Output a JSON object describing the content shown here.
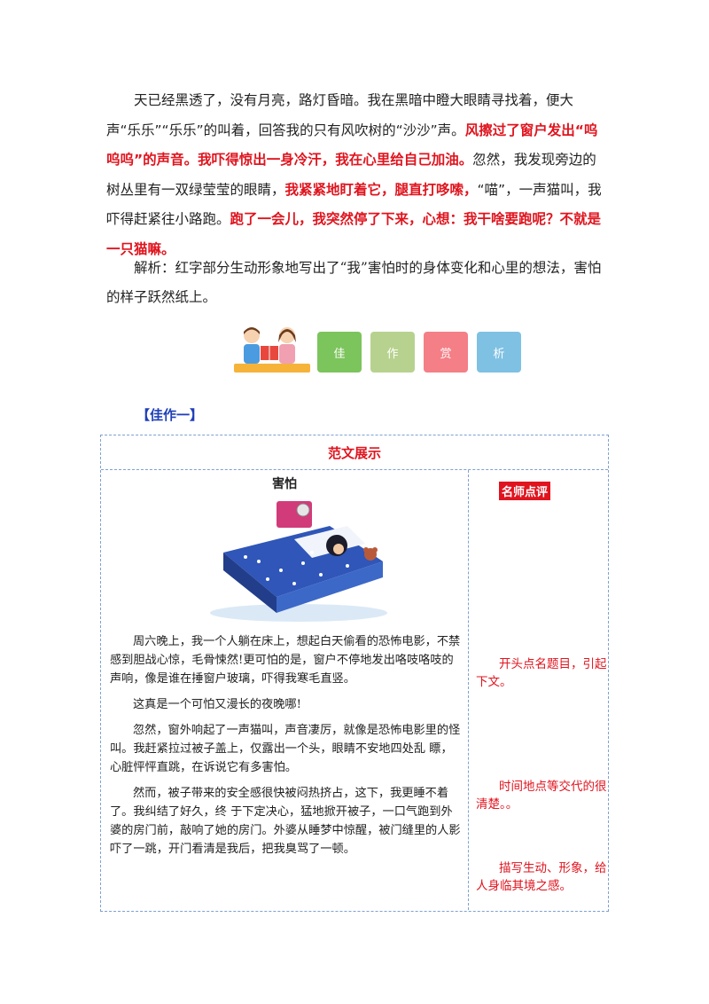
{
  "intro": {
    "segments": [
      {
        "text": "天已经黑透了，没有月亮，路灯昏暗。我在黑暗中瞪大眼睛寻找着，便大声“乐乐”“乐乐”的叫着，回答我的只有风吹树的“沙沙”声。",
        "red": false
      },
      {
        "text": "风擦过了窗户发出“呜呜呜”的声音。我吓得惊出一身冷汗，我在心里给自己加油。",
        "red": true
      },
      {
        "text": "忽然，我发现旁边的树丛里有一双绿莹莹的眼睛，",
        "red": false
      },
      {
        "text": "我紧紧地盯着它，腿直打哆嗦，",
        "red": true
      },
      {
        "text": "“喵”，一声猫叫，我吓得赶紧往小路跑。",
        "red": false
      },
      {
        "text": "跑了一会儿，我突然停了下来，心想：我干啥要跑呢？不就是一只猫嘛。",
        "red": true
      }
    ]
  },
  "analysis": "解析：红字部分生动形象地写出了“我”害怕时的身体变化和心里的想法，害怕的样子跃然纸上。",
  "banner": {
    "tiles": [
      {
        "label": "佳",
        "color": "#7cc45c"
      },
      {
        "label": "作",
        "color": "#b7d28f"
      },
      {
        "label": "赏",
        "color": "#f47f86"
      },
      {
        "label": "析",
        "color": "#7fc1e3"
      }
    ]
  },
  "section_heading": "【佳作一】",
  "frame": {
    "title": "范文展示",
    "essay_title": "害怕",
    "paragraphs": [
      "周六晚上，我一个人躺在床上，想起白天偷看的恐怖电影，不禁感到胆战心惊，毛骨悚然!更可怕的是，窗户不停地发出咯吱咯吱的声响，像是谁在捶窗户玻璃，吓得我寒毛直竖。",
      "这真是一个可怕又漫长的夜晚哪!",
      "忽然，窗外响起了一声猫叫，声音凄厉，就像是恐怖电影里的怪叫。我赶紧拉过被子盖上，仅露出一个头，眼睛不安地四处乱 瞟，心脏怦怦直跳，在诉说它有多害怕。",
      "然而，被子带来的安全感很快被闷热挤占，这下，我更睡不着了。我纠结了好久，终 于下定决心，猛地掀开被子，一口气跑到外婆的房门前，敲响了她的房门。外婆从睡梦中惊醒，被门缝里的人影吓了一跳，开门看清是我后，把我臭骂了一顿。"
    ],
    "comment_header": "名师点评",
    "comments": [
      "开头点名题目，引起下文。",
      "时间地点等交代的很清楚。。",
      "描写生动、形象，给人身临其境之感。"
    ]
  },
  "colors": {
    "red": "#e0141e",
    "blue_heading": "#1f3fb8",
    "border": "#7ea1cf"
  }
}
